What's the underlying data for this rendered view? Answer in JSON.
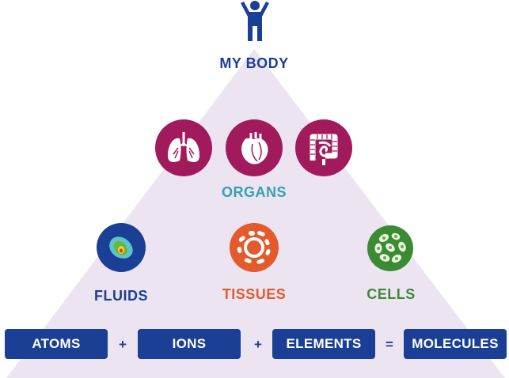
{
  "top": {
    "label": "MY BODY",
    "icon": "person-icon"
  },
  "organs": {
    "label": "ORGANS",
    "icons": [
      "lungs-icon",
      "heart-icon",
      "intestines-icon"
    ]
  },
  "middle": {
    "fluids": {
      "label": "FLUIDS",
      "icon": "fluid-drop-icon"
    },
    "tissues": {
      "label": "TISSUES",
      "icon": "tissue-icon"
    },
    "cells": {
      "label": "CELLS",
      "icon": "cells-icon"
    }
  },
  "equation": {
    "terms": [
      "ATOMS",
      "IONS",
      "ELEMENTS",
      "MOLECULES"
    ],
    "operators": [
      "+",
      "+",
      "="
    ]
  },
  "colors": {
    "pyramid": "#ece4f1",
    "navy": "#1b3f94",
    "organ_circle": "#a11a5c",
    "organs_label": "#35a0b3",
    "fluids_circle": "#1b3f94",
    "tissues": "#e35a2d",
    "cells": "#3d8a35"
  }
}
